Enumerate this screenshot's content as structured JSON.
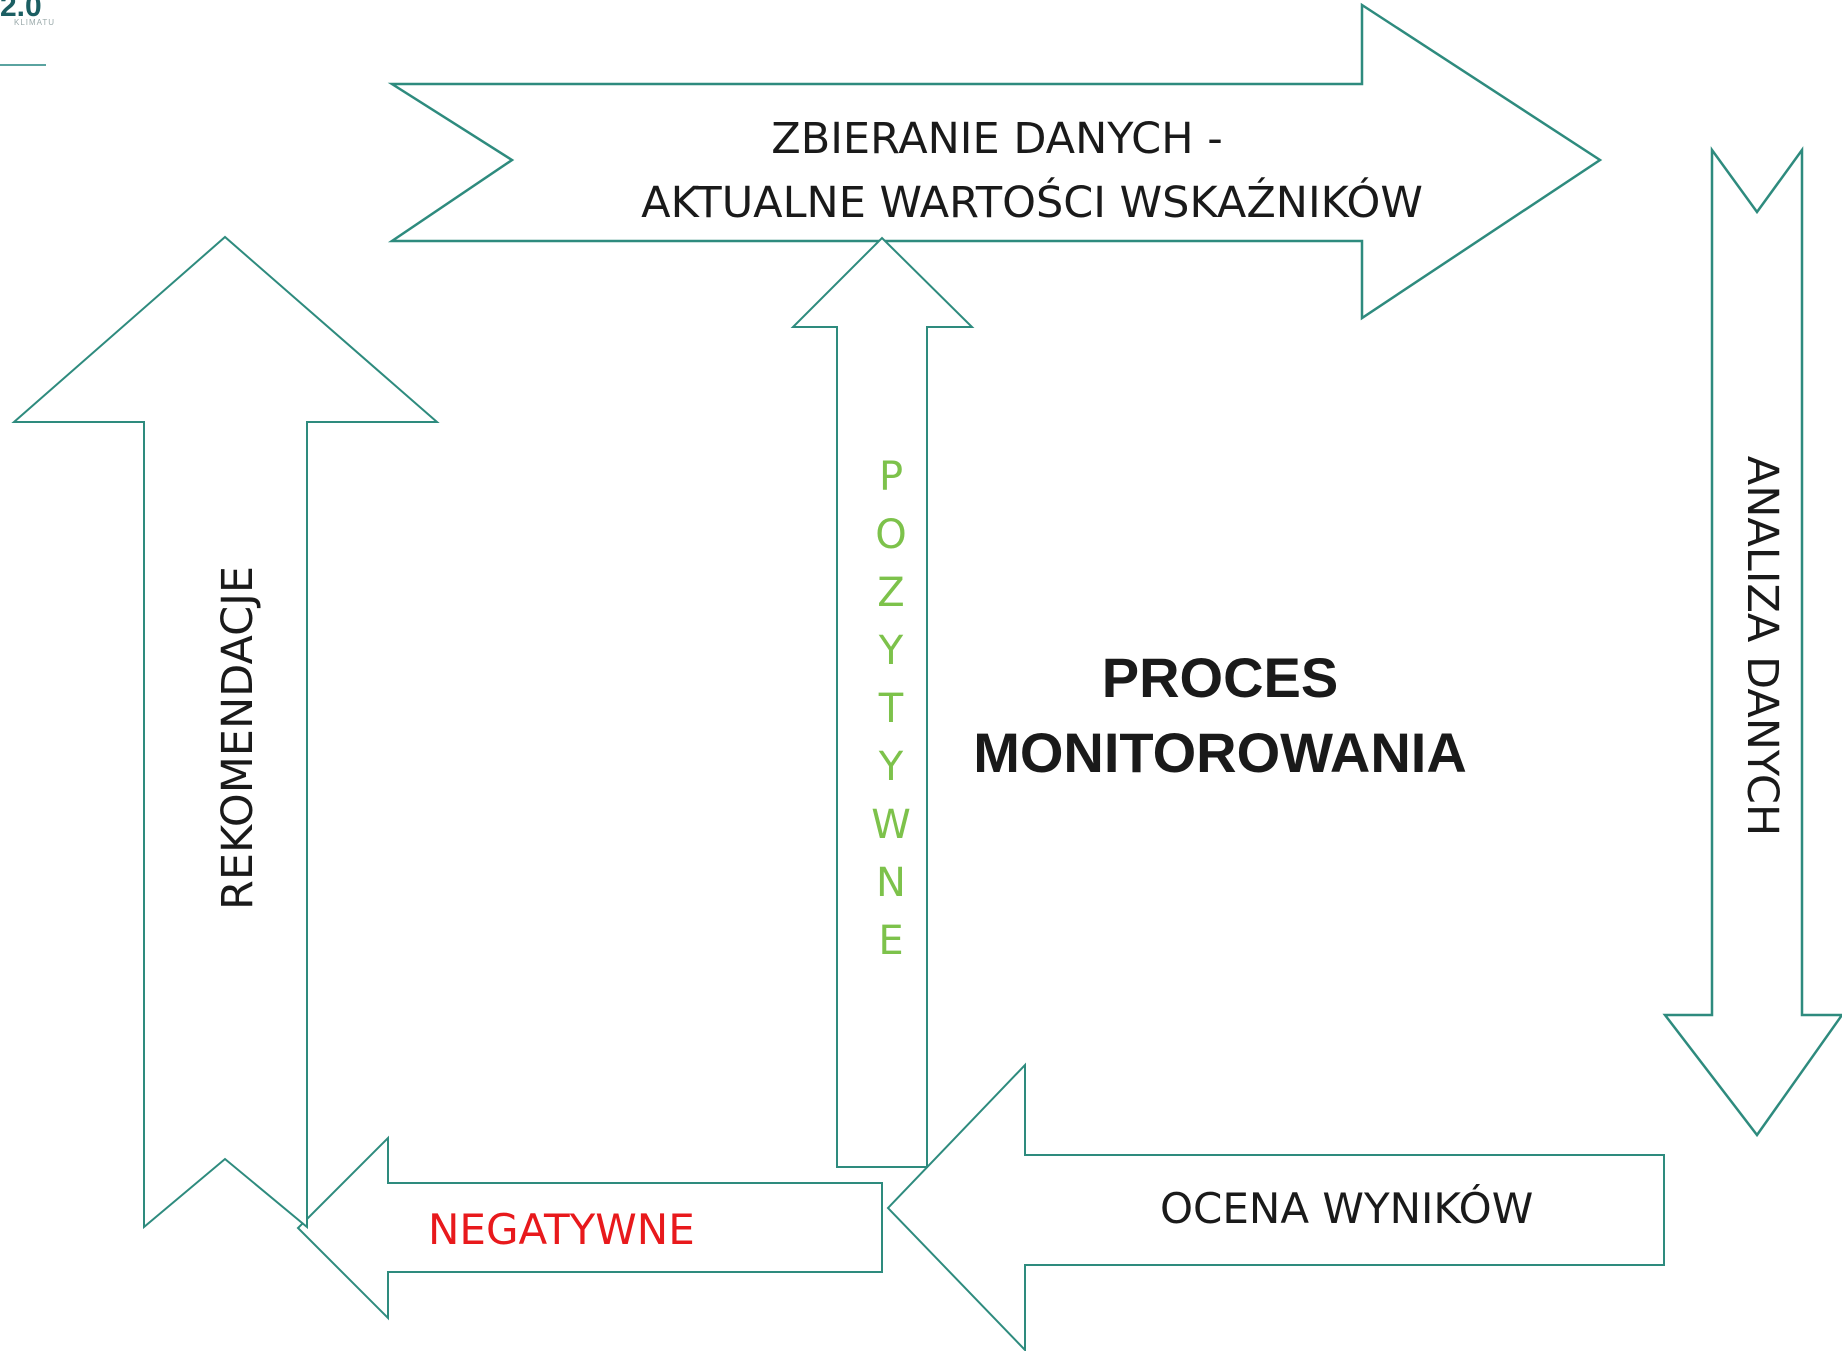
{
  "logo": {
    "mark": "2.0",
    "subtitle": "KLIMATU"
  },
  "diagram": {
    "top_arrow": {
      "line1": "ZBIERANIE DANYCH  -",
      "line2": "AKTUALNE WARTOŚCI WSKAŹNIKÓW"
    },
    "right_arrow": {
      "label": "ANALIZA DANYCH"
    },
    "bottom_arrow": {
      "label": "OCENA WYNIKÓW"
    },
    "left_arrow": {
      "label": "REKOMENDACJE"
    },
    "center_title": {
      "line1": "PROCES",
      "line2": "MONITOROWANIA"
    },
    "positive_branch": {
      "label": "POZYTYWNE"
    },
    "negative_branch": {
      "label": "NEGATYWNE"
    },
    "colors": {
      "outline": "#2e8b7e",
      "positive": "#7dc24b",
      "negative": "#e8191c",
      "text": "#1a1a1a"
    }
  }
}
